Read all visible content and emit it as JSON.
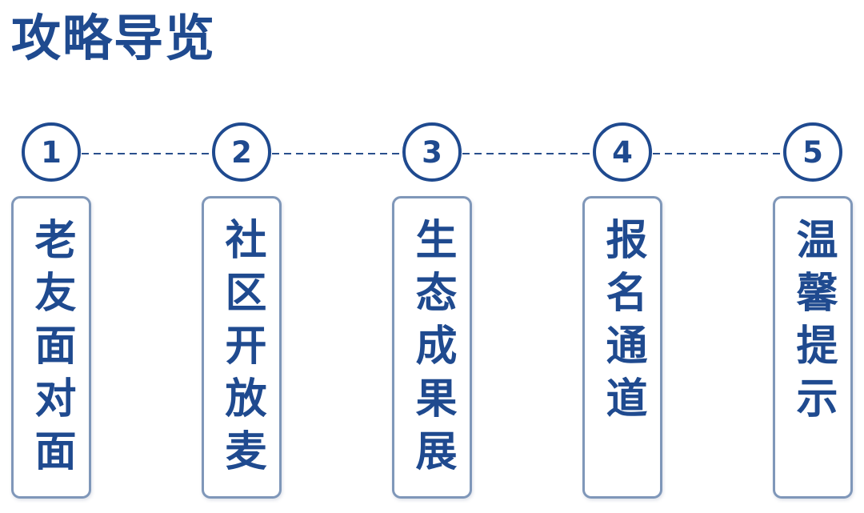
{
  "header": {
    "title": "攻略导览"
  },
  "steps": [
    {
      "number": "1",
      "label": "老友面对面"
    },
    {
      "number": "2",
      "label": "社区开放麦"
    },
    {
      "number": "3",
      "label": "生态成果展"
    },
    {
      "number": "4",
      "label": "报名通道"
    },
    {
      "number": "5",
      "label": "温馨提示"
    }
  ],
  "colors": {
    "primary": "#1f4a8f",
    "border": "#7f97b9"
  }
}
